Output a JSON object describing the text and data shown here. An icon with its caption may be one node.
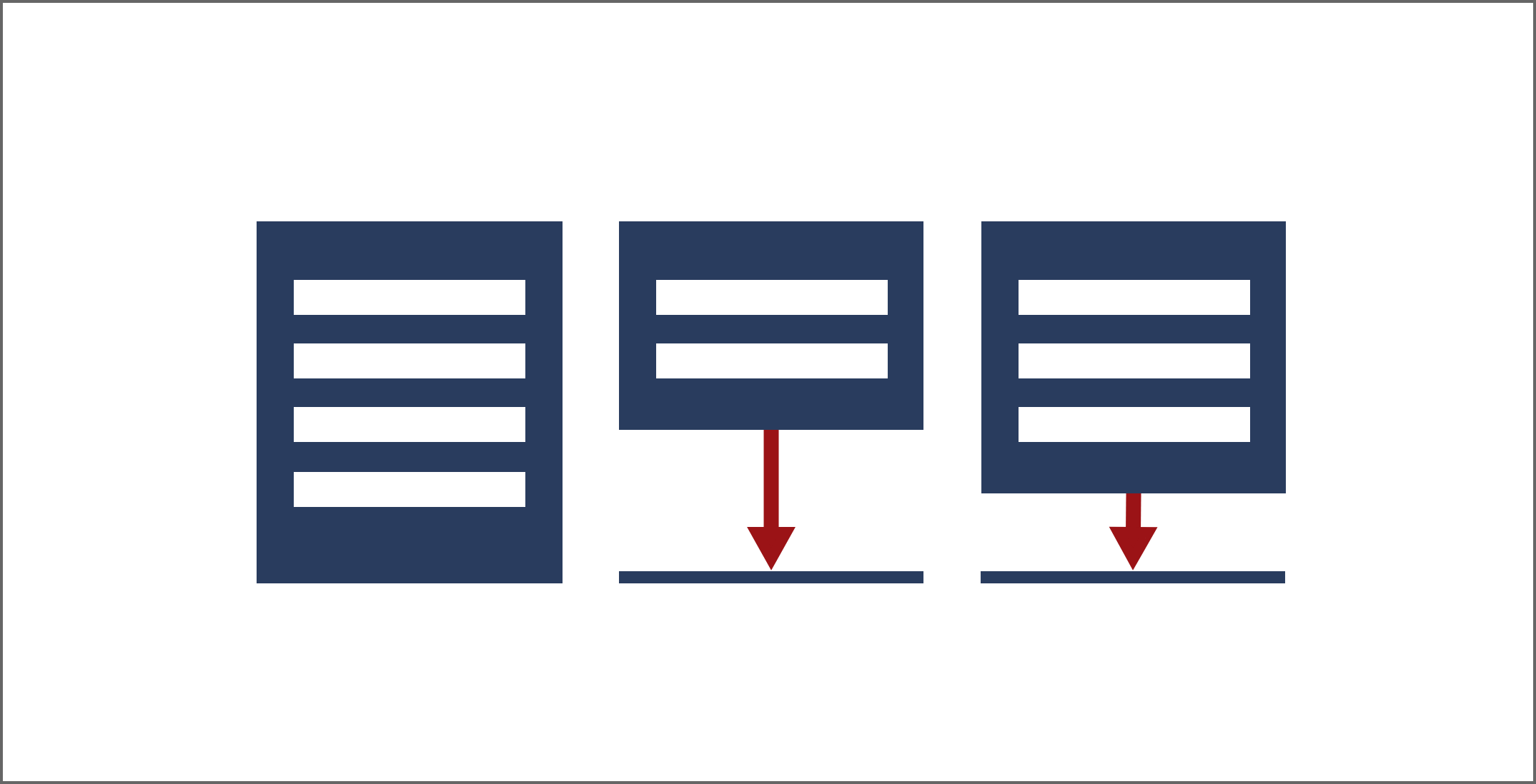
{
  "diagram": {
    "nodes": [
      {
        "text": [],
        "shape": "box"
      },
      {
        "text": [],
        "shape": "bar",
        "in": 0
      },
      {
        "text": [],
        "shape": "bar",
        "in": 0
      },
      {
        "text": [],
        "shape": "bar",
        "in": 0
      },
      {
        "text": [],
        "shape": "bar",
        "in": 0
      },
      {
        "text": [],
        "shape": "box"
      },
      {
        "text": [],
        "shape": "bar",
        "in": 5
      },
      {
        "text": [],
        "shape": "bar",
        "in": 5
      },
      {
        "text": [],
        "shape": "box"
      },
      {
        "text": [],
        "shape": "bar",
        "in": 8
      },
      {
        "text": [],
        "shape": "bar",
        "in": 8
      },
      {
        "text": [],
        "shape": "bar",
        "in": 8
      },
      {
        "text": [],
        "shape": "bar"
      },
      {
        "text": [],
        "shape": "bar"
      }
    ],
    "edges": [
      {
        "from": 5,
        "to": 12,
        "arrow": "to",
        "color": "#9b1316"
      },
      {
        "from": 8,
        "to": 13,
        "arrow": "to",
        "color": "#9b1316"
      }
    ]
  }
}
